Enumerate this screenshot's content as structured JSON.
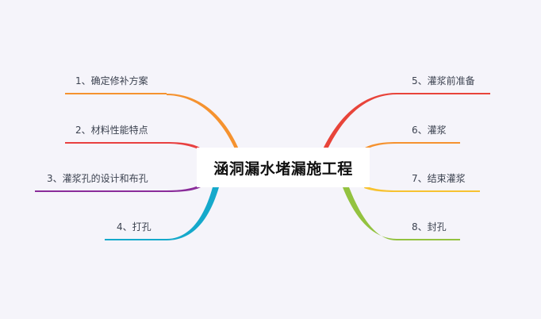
{
  "root": {
    "title": "涵洞漏水堵漏施工程"
  },
  "branches": [
    {
      "label": "1、确定修补方案",
      "color": "#f5922f",
      "side": "left"
    },
    {
      "label": "2、材料性能特点",
      "color": "#e84040",
      "side": "left"
    },
    {
      "label": "3、灌浆孔的设计和布孔",
      "color": "#8a2c9a",
      "side": "left"
    },
    {
      "label": "4、打孔",
      "color": "#15a9cb",
      "side": "left"
    },
    {
      "label": "5、灌浆前准备",
      "color": "#e8443a",
      "side": "right"
    },
    {
      "label": "6、灌浆",
      "color": "#f5922f",
      "side": "right"
    },
    {
      "label": "7、结束灌浆",
      "color": "#f7c230",
      "side": "right"
    },
    {
      "label": "8、封孔",
      "color": "#93c240",
      "side": "right"
    }
  ],
  "colors": {
    "background": "#f5f4fa",
    "root_bg": "#ffffff",
    "label_text": "#3c4250"
  }
}
